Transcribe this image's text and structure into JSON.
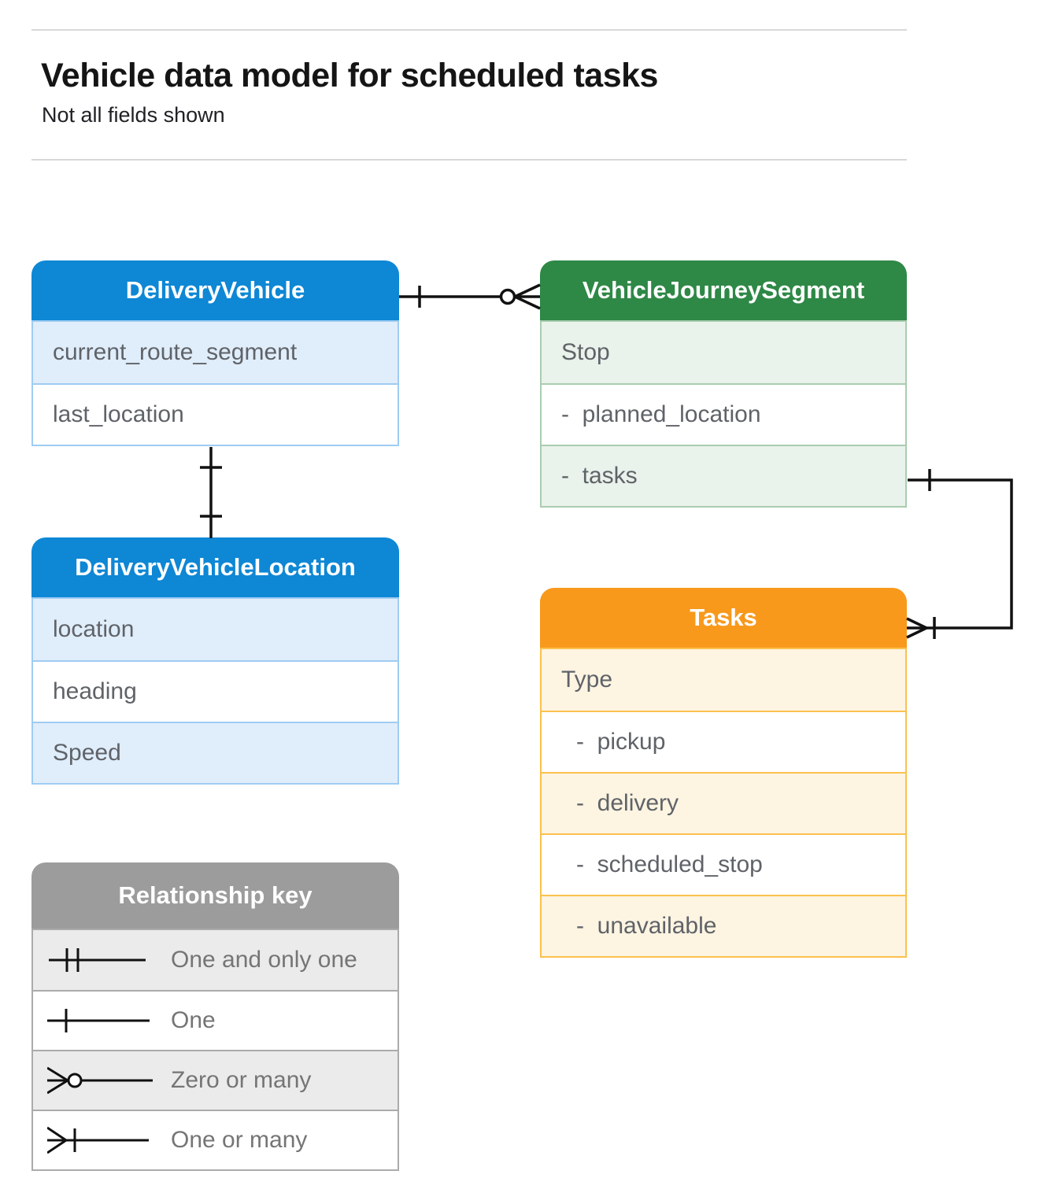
{
  "page": {
    "title": "Vehicle data model for scheduled tasks",
    "subtitle": "Not all fields shown"
  },
  "colors": {
    "blue_header": "#0e87d5",
    "blue_row_tint": "#e0edfb",
    "blue_border": "#9fccf3",
    "green_header": "#2e8846",
    "green_row_tint": "#e9f2eb",
    "green_border": "#a9cdb0",
    "orange_header": "#f8991c",
    "orange_row_tint": "#fdf4e2",
    "orange_border": "#fcc14d",
    "gray_header": "#9c9c9c",
    "gray_row_tint": "#ebebeb",
    "gray_border": "#ababab",
    "connector_line": "#111111",
    "field_text": "#5f6368",
    "legend_text": "#757575"
  },
  "entities": {
    "delivery_vehicle": {
      "title": "DeliveryVehicle",
      "fields": [
        "current_route_segment",
        "last_location"
      ]
    },
    "vehicle_journey_segment": {
      "title": "VehicleJourneySegment",
      "fields": [
        "Stop",
        "-  planned_location",
        "-  tasks"
      ]
    },
    "delivery_vehicle_location": {
      "title": "DeliveryVehicleLocation",
      "fields": [
        "location",
        "heading",
        "Speed"
      ]
    },
    "tasks": {
      "title": "Tasks",
      "fields": [
        "Type",
        "-  pickup",
        "-  delivery",
        "-  scheduled_stop",
        "-  unavailable"
      ]
    }
  },
  "legend": {
    "title": "Relationship key",
    "items": [
      {
        "symbol": "one-and-only-one-symbol",
        "label": "One and only one"
      },
      {
        "symbol": "one-symbol",
        "label": "One"
      },
      {
        "symbol": "zero-or-many-symbol",
        "label": "Zero or many"
      },
      {
        "symbol": "one-or-many-symbol",
        "label": "One or many"
      }
    ]
  },
  "relationships": [
    {
      "from": "DeliveryVehicle",
      "to": "VehicleJourneySegment",
      "from_cardinality": "one",
      "to_cardinality": "zero-or-many"
    },
    {
      "from": "DeliveryVehicle",
      "to": "DeliveryVehicleLocation",
      "from_cardinality": "one",
      "to_cardinality": "one"
    },
    {
      "from": "VehicleJourneySegment.tasks",
      "to": "Tasks",
      "from_cardinality": "one",
      "to_cardinality": "one-or-many"
    }
  ]
}
